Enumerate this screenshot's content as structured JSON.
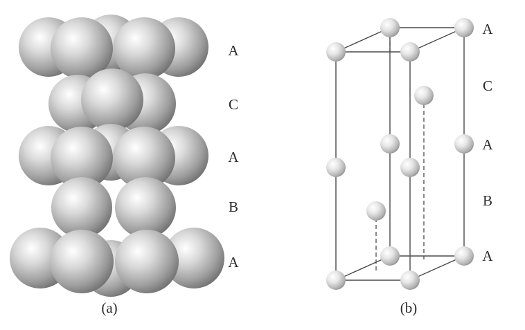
{
  "panel_a": {
    "layer_labels": [
      "A",
      "C",
      "A",
      "B",
      "A"
    ],
    "caption": "(a)"
  },
  "panel_b": {
    "layer_labels": [
      "A",
      "C",
      "A",
      "B",
      "A"
    ],
    "caption": "(b)"
  },
  "colors": {
    "sphere_light": "#ffffff",
    "sphere_mid": "#b8b8b8",
    "sphere_dark": "#6f6f6f",
    "line": "#4a4a4a",
    "text": "#2a2a2a"
  }
}
